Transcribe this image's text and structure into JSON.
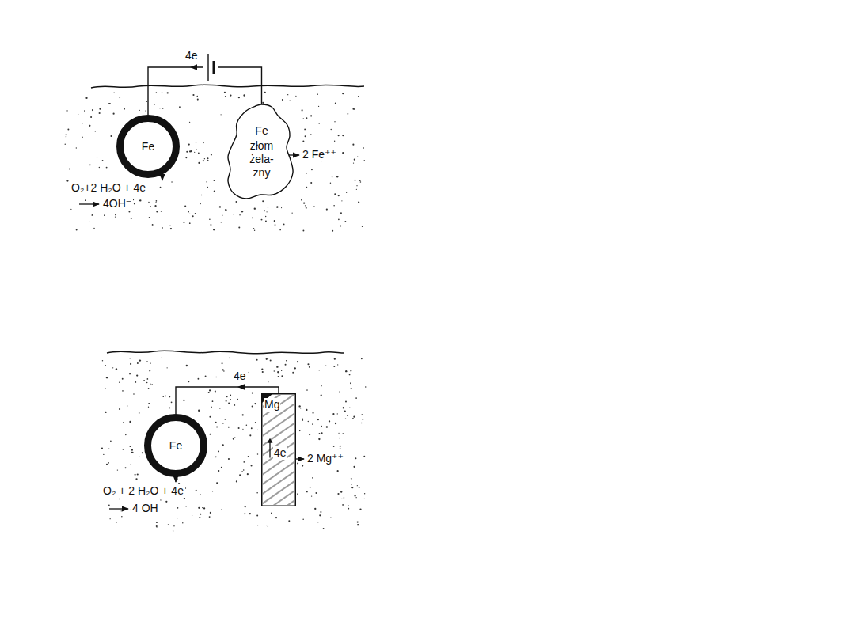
{
  "diagram": {
    "nodes": [
      {
        "text": [
          "Fe"
        ]
      },
      {
        "text": [
          "Fe",
          "złom żela- zny"
        ]
      },
      {
        "text": [
          "Fe"
        ]
      },
      {
        "text": [
          "Mg",
          "4e"
        ]
      }
    ],
    "edges": [
      {
        "from": 1,
        "to": 0,
        "arrow": "to",
        "label": "4e"
      },
      {
        "from": 3,
        "to": 2,
        "arrow": "to",
        "label": "4e"
      }
    ],
    "labels": [
      "2 Fe⁺⁺",
      "O₂+2 H₂O + 4e",
      "4OH⁻",
      "2 Mg⁺⁺",
      "O₂ + 2 H₂O + 4e",
      "4 OH⁻"
    ]
  }
}
